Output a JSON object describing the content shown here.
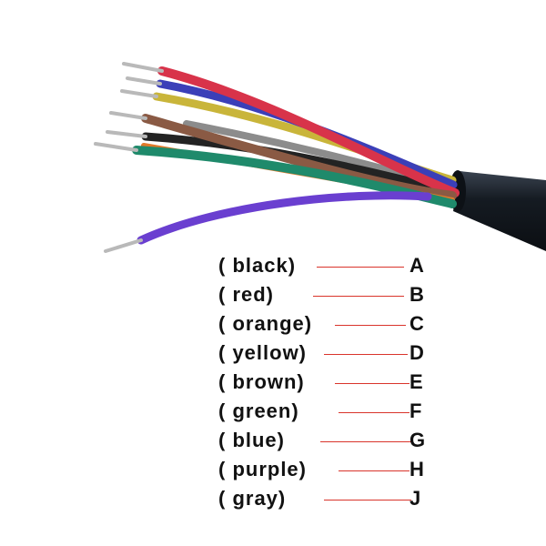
{
  "wires": [
    {
      "name": "black",
      "color": "#222222",
      "letter": "A"
    },
    {
      "name": "red",
      "color": "#d8334a",
      "letter": "B"
    },
    {
      "name": "orange",
      "color": "#e07a2a",
      "letter": "C"
    },
    {
      "name": "yellow",
      "color": "#c9b53a",
      "letter": "D"
    },
    {
      "name": "brown",
      "color": "#8a5a44",
      "letter": "E"
    },
    {
      "name": "green",
      "color": "#1f8a6b",
      "letter": "F"
    },
    {
      "name": "blue",
      "color": "#3b3fb8",
      "letter": "G"
    },
    {
      "name": "purple",
      "color": "#6a3fd0",
      "letter": "H"
    },
    {
      "name": "gray",
      "color": "#8c8c8c",
      "letter": "J"
    }
  ],
  "legend": [
    {
      "label": "( black)",
      "letter": "A"
    },
    {
      "label": "( red)",
      "letter": "B"
    },
    {
      "label": "( orange)",
      "letter": "C"
    },
    {
      "label": "( yellow)",
      "letter": "D"
    },
    {
      "label": "( brown)",
      "letter": "E"
    },
    {
      "label": "( green)",
      "letter": "F"
    },
    {
      "label": "( blue)",
      "letter": "G"
    },
    {
      "label": "( purple)",
      "letter": "H"
    },
    {
      "label": "( gray)",
      "letter": "J"
    }
  ],
  "colors": {
    "leader": "#d9342b",
    "jacket": "#151b22",
    "conductor": "#c8c8c8"
  }
}
